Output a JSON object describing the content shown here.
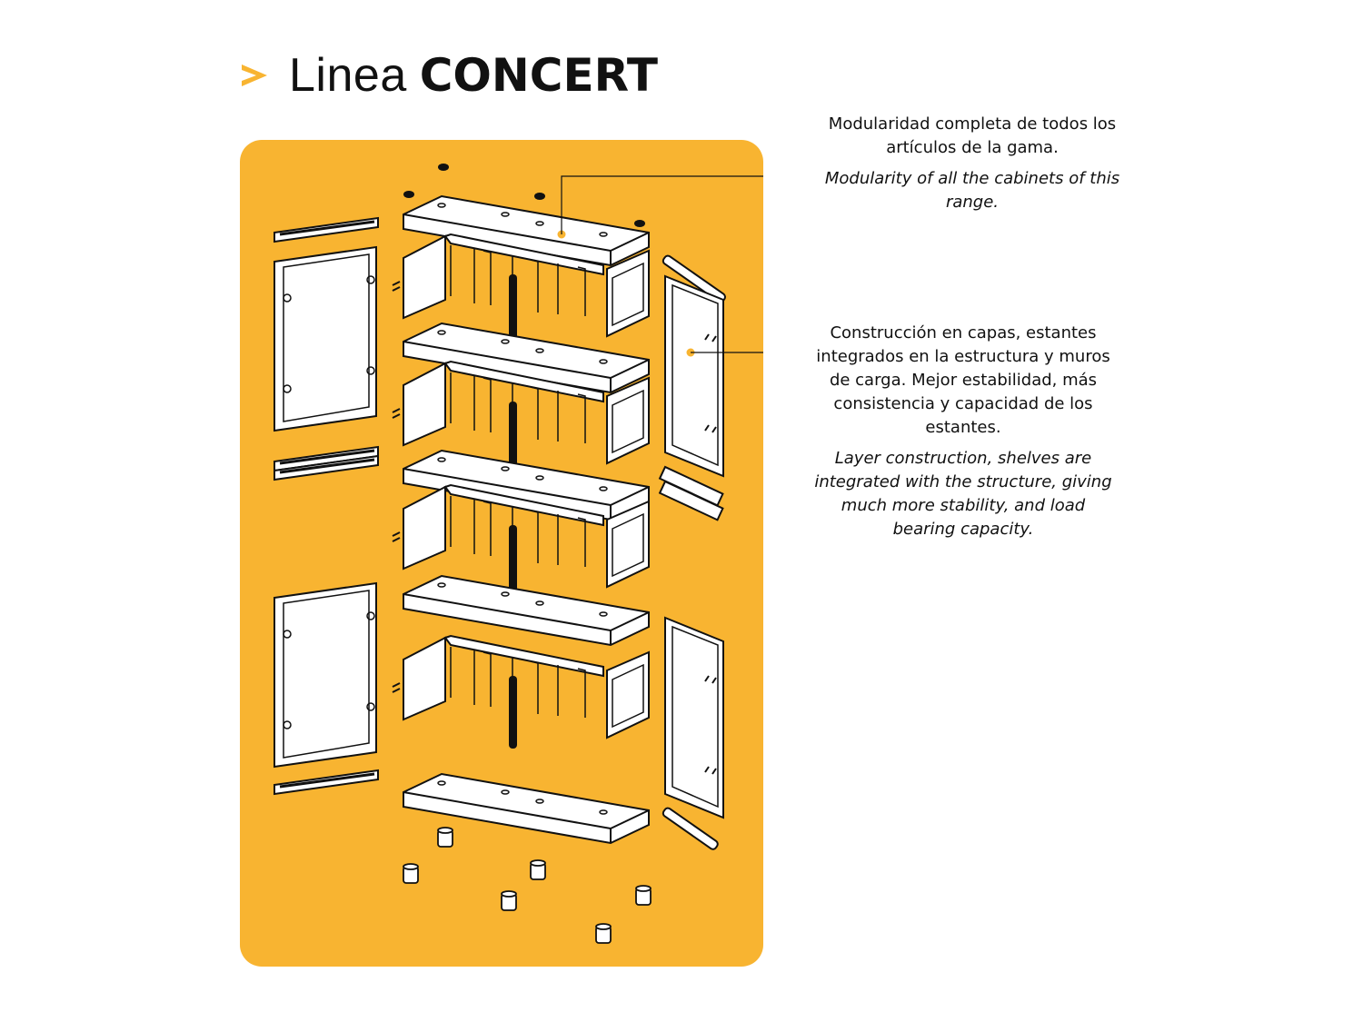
{
  "title": {
    "light": "Linea",
    "bold": "CONCERT"
  },
  "callouts": [
    {
      "es": "Modularidad completa de todos los artículos de la gama.",
      "en": "Modularity of all the cabinets of this range."
    },
    {
      "es": "Construcción en capas, estantes integrados en la estructura y muros de carga. Mejor estabilidad, más consistencia y capacidad de los estantes.",
      "en": "Layer construction, shelves are integrated with the structure, giving much more stability, and load bearing capacity."
    }
  ],
  "colors": {
    "accent": "#F8B431",
    "ink": "#111111",
    "panel": "#FFFFFF"
  },
  "icons": [
    "chevron-right-icon"
  ]
}
